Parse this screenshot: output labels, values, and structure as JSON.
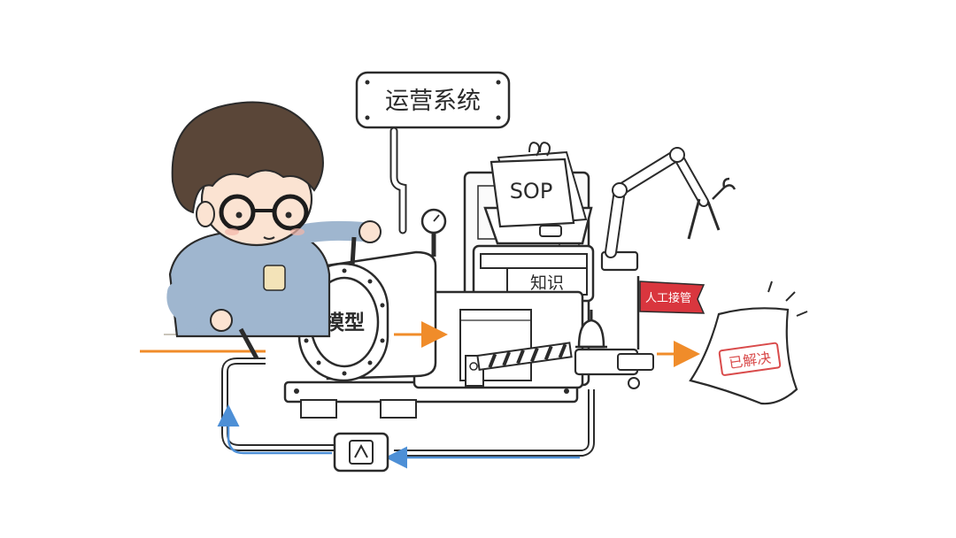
{
  "labels": {
    "system_sign": "运营系统",
    "sop_sheet": "SOP",
    "knowledge_drawer": "知识",
    "model_drum": "模型",
    "human_takeover_flag": "人工接管",
    "resolved_stamp": "已解决"
  },
  "colors": {
    "ink": "#2b2b2b",
    "flow_orange": "#f08c2a",
    "loop_blue": "#4d8fd6",
    "flag_red": "#d9363e",
    "stamp_red": "#d94b4b",
    "shirt_blue": "#9fb6cf",
    "hair_brown": "#5a4638",
    "paper": "#f7f3ea"
  },
  "icons": {
    "gauge": "pressure-gauge-icon",
    "bell": "alarm-bell-icon",
    "lock": "padlock-icon",
    "wrench": "wrench-claw-icon",
    "loop_box": "feedback-loop-icon"
  }
}
